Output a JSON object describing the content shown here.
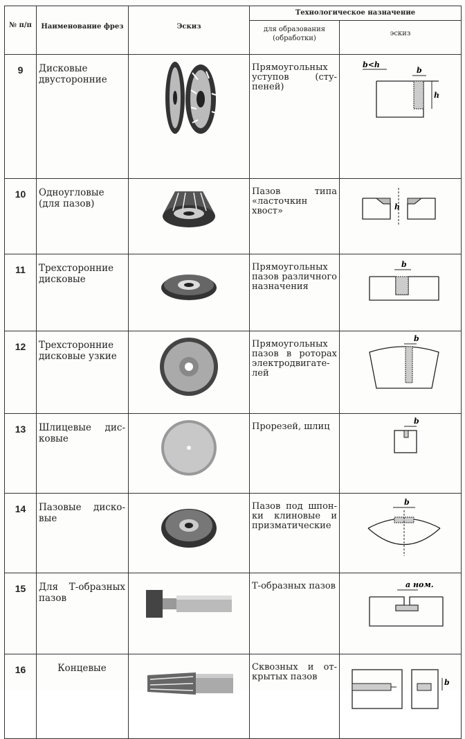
{
  "header": {
    "col_num": "№ п/п",
    "col_name": "Наименование фрез",
    "col_sketch": "Эскиз",
    "col_tech": "Технологическое назначение",
    "col_purpose": "для образования (обработки)",
    "col_tech_sketch": "эскиз"
  },
  "rows": [
    {
      "num": "9",
      "name": "Дисковые двусто­ронние",
      "purpose": "Прямоугольных уступов (сту­пеней)",
      "dims": {
        "b_lt_h": "b<h",
        "b": "b",
        "h": "h"
      }
    },
    {
      "num": "10",
      "name": "Одноугловые (для пазов)",
      "purpose": "Пазов типа «ласточкин хвост»",
      "dims": {
        "h": "h"
      }
    },
    {
      "num": "11",
      "name": "Трехсторонние дисковые",
      "purpose": "Прямоугольных пазов различ­ного назначе­ния",
      "dims": {
        "b": "b"
      }
    },
    {
      "num": "12",
      "name": "Трехсторонние дисковые узкие",
      "purpose": "Прямоугольных пазов в роторах электродвигате­лей",
      "dims": {
        "b": "b"
      }
    },
    {
      "num": "13",
      "name": "Шлицевые дис­ковые",
      "purpose": "Прорезей, шлиц",
      "dims": {
        "b": "b"
      }
    },
    {
      "num": "14",
      "name": "Пазовые диско­вые",
      "purpose": "Пазов под шпон­ки клиновые и призматичес­кие",
      "dims": {
        "b": "b"
      }
    },
    {
      "num": "15",
      "name": "Для Т-образных пазов",
      "purpose": "Т-образных пазов",
      "dims": {
        "a_nom": "a ном."
      }
    },
    {
      "num": "16",
      "name": "Концевые",
      "purpose": "Сквозных и от­крытых пазов",
      "dims": {
        "b": "b"
      }
    }
  ]
}
